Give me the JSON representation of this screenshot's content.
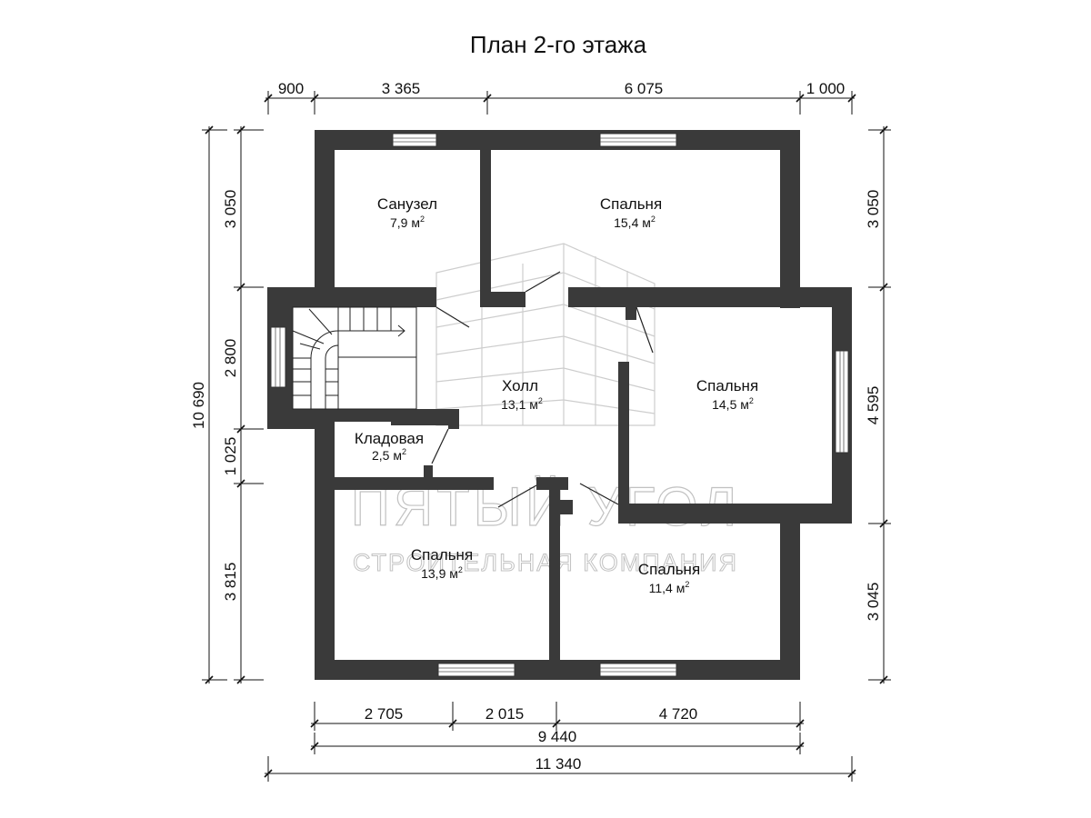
{
  "title": "План 2-го этажа",
  "top_dims": [
    "900",
    "3 365",
    "6 075",
    "1 000"
  ],
  "bottom_dims": [
    "2 705",
    "2 015",
    "4 720"
  ],
  "bottom_total_inner": "9 440",
  "bottom_total_outer": "11 340",
  "left_dims": [
    "3 050",
    "2 800",
    "1 025",
    "3 815"
  ],
  "left_total": "10 690",
  "right_dims": [
    "3 050",
    "4 595",
    "3 045"
  ],
  "area_unit": "м",
  "area_unit_power": "2",
  "rooms": [
    {
      "name": "Санузел",
      "area": "7,9"
    },
    {
      "name": "Спальня",
      "area": "15,4"
    },
    {
      "name": "Холл",
      "area": "13,1"
    },
    {
      "name": "Спальня",
      "area": "14,5"
    },
    {
      "name": "Кладовая",
      "area": "2,5"
    },
    {
      "name": "Спальня",
      "area": "13,9"
    },
    {
      "name": "Спальня",
      "area": "11,4"
    }
  ],
  "watermark": {
    "brand": "ПЯТЫЙ УГОЛ",
    "tagline": "СТРОИТЕЛЬНАЯ КОМПАНИЯ"
  },
  "colors": {
    "wall": "#3a3a3a"
  }
}
